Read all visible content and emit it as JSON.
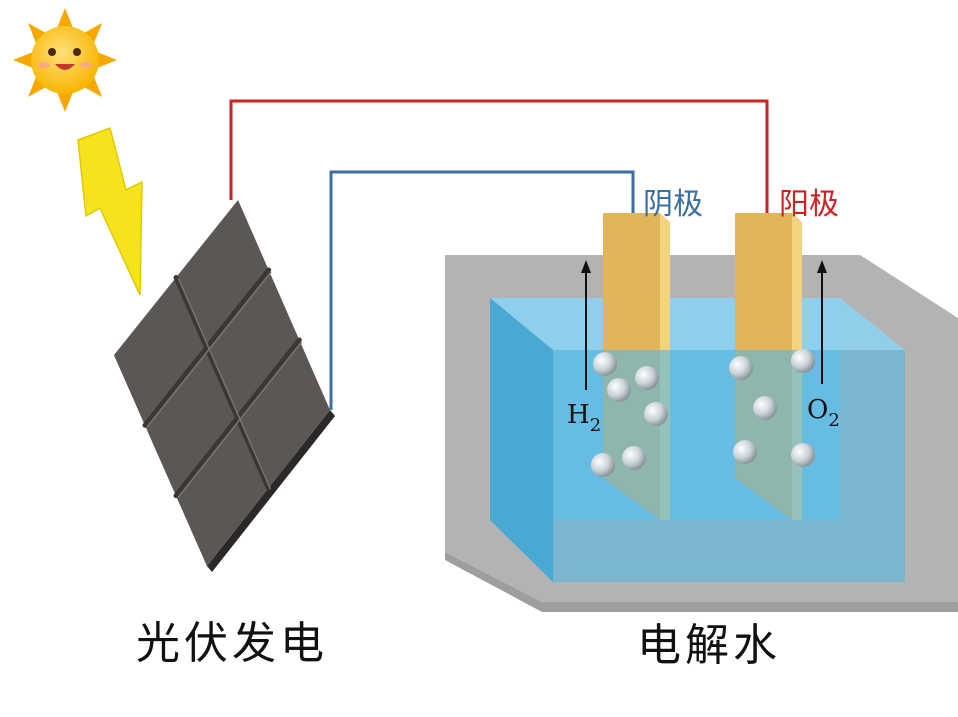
{
  "labels": {
    "cathode": "阴极",
    "anode": "阳极",
    "pv": "光伏发电",
    "electrolysis": "电解水"
  },
  "gases": {
    "h2": {
      "symbol": "H",
      "subscript": "2"
    },
    "o2": {
      "symbol": "O",
      "subscript": "2"
    }
  },
  "colors": {
    "anode_wire": "#cc2222",
    "cathode_wire": "#3a6ea5",
    "water": "#5bb7e0",
    "tank": "#b3b3b3",
    "electrode": "#e6bd62",
    "panel": "#5c5755",
    "sun": "#f7b500",
    "lightning": "#f5e41c"
  },
  "icons": {
    "sun": "sun-icon",
    "lightning": "lightning-icon"
  }
}
